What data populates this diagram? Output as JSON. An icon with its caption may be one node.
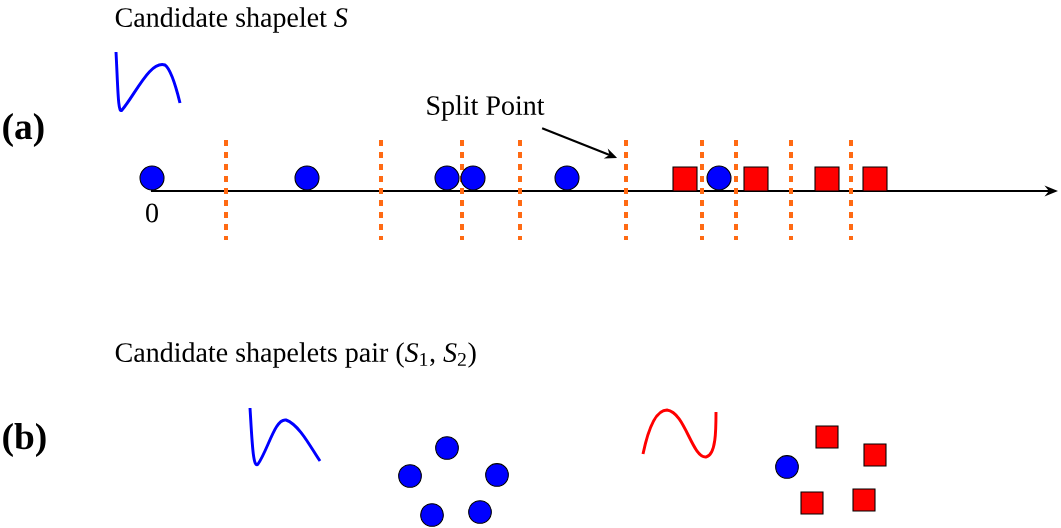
{
  "diagram": {
    "nodes": [
      {
        "text": [
          "Split Point"
        ]
      },
      {
        "text": [],
        "shape": "line"
      }
    ],
    "edges": [
      {
        "from": 0,
        "to": 1,
        "arrow": "to"
      }
    ],
    "labels": [
      "Candidate shapelet *S*",
      "(a)",
      "0",
      "Candidate shapelets pair (*S*$_{1}$, *S*$_{2}$)",
      "(b)"
    ]
  }
}
